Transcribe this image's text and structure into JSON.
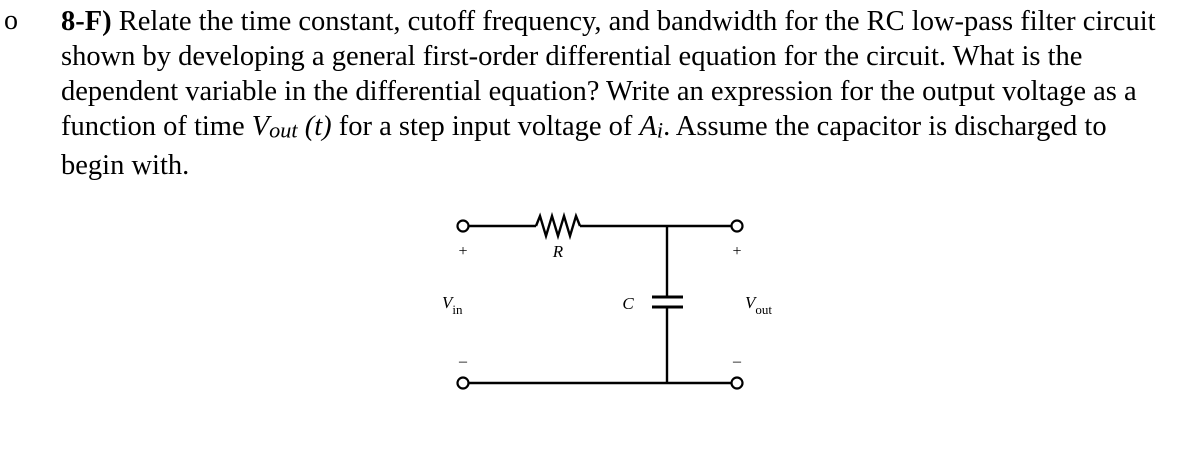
{
  "question": {
    "bullet": "o",
    "label": "8-F)",
    "text_1": " Relate the time constant, cutoff frequency, and bandwidth for the RC low-pass filter circuit shown by developing a general first-order differential equation for the circuit. What is the dependent variable in the differential equation? Write an expression for the output voltage as a function of time ",
    "vout_base": "V",
    "vout_sub": "out",
    "vout_arg": " (t)",
    "text_2": " for a step input voltage of ",
    "ai_base": "A",
    "ai_sub": "i",
    "text_3": ". Assume the capacitor is discharged to begin with."
  },
  "circuit": {
    "resistor_label": "R",
    "capacitor_label": "C",
    "input_plus": "+",
    "input_minus": "–",
    "output_plus": "+",
    "output_minus": "–",
    "vin_base": "V",
    "vin_sub": "in",
    "vout_base": "V",
    "vout_sub": "out"
  }
}
